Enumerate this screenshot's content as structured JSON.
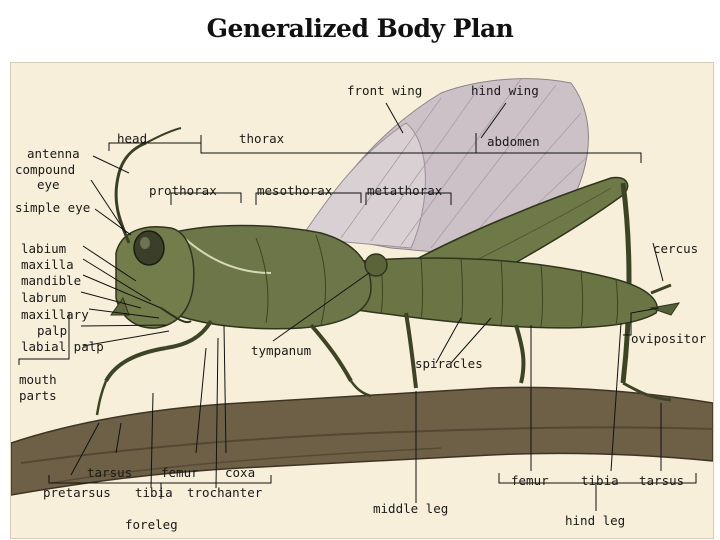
{
  "title": "Generalized Body Plan",
  "labels": {
    "front_wing": "front wing",
    "hind_wing": "hind wing",
    "head": "head",
    "thorax": "thorax",
    "abdomen": "abdomen",
    "antenna": "antenna",
    "compound_eye_1": "compound",
    "compound_eye_2": "eye",
    "simple_eye": "simple eye",
    "prothorax": "prothorax",
    "mesothorax": "mesothorax",
    "metathorax": "metathorax",
    "cercus": "cercus",
    "labium": "labium",
    "maxilla": "maxilla",
    "mandible": "mandible",
    "labrum": "labrum",
    "maxillary": "maxillary",
    "palp": "palp",
    "labial_palp": "labial palp",
    "ovipositor": "ovipositor",
    "tympanum": "tympanum",
    "spiracles": "spiracles",
    "mouth": "mouth",
    "parts": "parts",
    "foreleg_tarsus": "tarsus",
    "foreleg_femur": "femur",
    "coxa": "coxa",
    "pretarsus": "pretarsus",
    "foreleg_tibia": "tibia",
    "trochanter": "trochanter",
    "foreleg": "foreleg",
    "middle_leg": "middle leg",
    "hindleg_femur": "femur",
    "hindleg_tibia": "tibia",
    "hindleg_tarsus": "tarsus",
    "hind_leg": "hind leg"
  },
  "colors": {
    "background": "#f7efd9",
    "body": "#6b7444",
    "body_dark": "#3d4426",
    "wing": "#c9c0c4",
    "branch": "#6e6046",
    "line": "#1a1a1a"
  }
}
